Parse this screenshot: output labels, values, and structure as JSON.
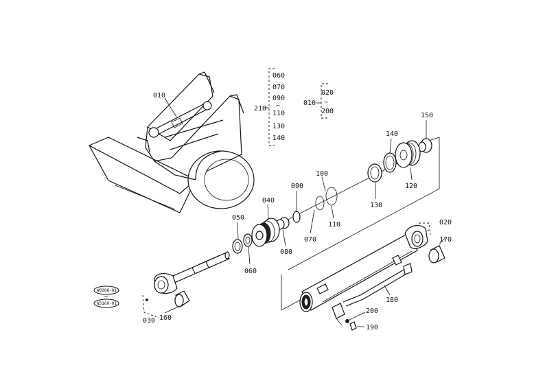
{
  "callouts": {
    "c010": "010",
    "c020": "020",
    "c030": "030",
    "c040": "040",
    "c050": "050",
    "c060a": "060",
    "c060b": "060",
    "c070": "070",
    "c080": "080",
    "c090": "090",
    "c100": "100",
    "c110": "110",
    "c120": "120",
    "c130": "130",
    "c140": "140",
    "c150": "150",
    "c160": "160",
    "c170": "170",
    "c180": "180",
    "c190": "190",
    "c200": "200"
  },
  "group_210": {
    "label": "210",
    "items": [
      "060",
      "070",
      "090",
      "~",
      "110",
      "130",
      "140"
    ]
  },
  "group_010": {
    "label": "010",
    "items": [
      "020",
      "~",
      "200"
    ]
  },
  "serial_badges": [
    "W0288-01",
    "W3160-01"
  ]
}
